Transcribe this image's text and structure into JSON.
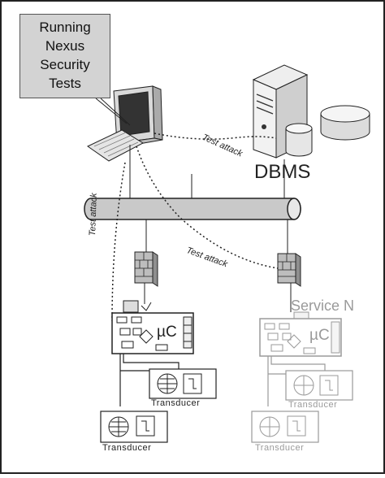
{
  "callout": {
    "text": "Running\nNexus\nSecurity\nTests"
  },
  "labels": {
    "test_attack_top": "Test attack",
    "test_attack_mid": "Test attack",
    "test_attack_left": "Test attack",
    "dbms": "DBMS",
    "service_n": "Service N",
    "uc_1": "µC",
    "uc_2": "µC",
    "transducer": "Transducer"
  },
  "colors": {
    "stroke": "#222222",
    "faded": "#9a9a9a",
    "callout_fill": "#d3d3d3",
    "bus_fill": "#c9c9c9"
  }
}
